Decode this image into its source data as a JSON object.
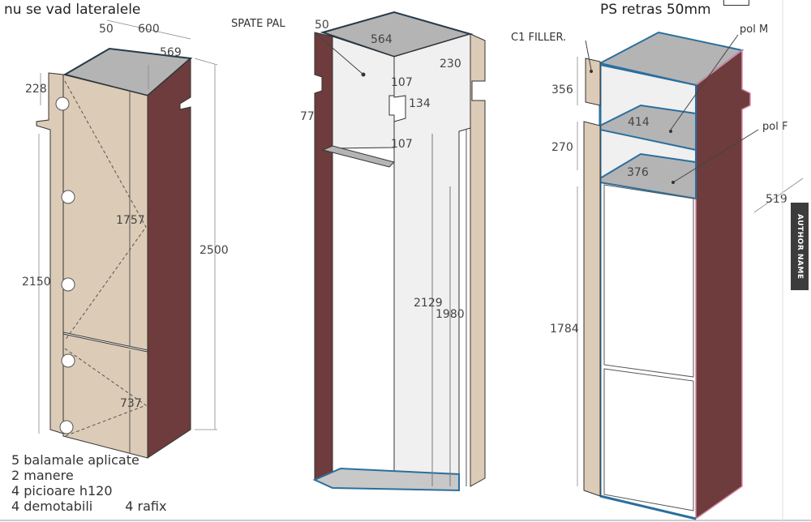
{
  "header": {
    "left_title": "nu se vad lateralele",
    "right_title": "PS retras 50mm"
  },
  "left_cabinet": {
    "dims": [
      "50",
      "600",
      "569",
      "228",
      "1757",
      "2500",
      "2150",
      "737"
    ]
  },
  "middle_cabinet": {
    "label": "SPATE PAL",
    "dims": [
      "50",
      "564",
      "230",
      "107",
      "134",
      "77",
      "107",
      "2129",
      "1980"
    ]
  },
  "right_cabinet": {
    "labels": [
      "C1 FILLER.",
      "pol M",
      "pol F"
    ],
    "dims": [
      "356",
      "414",
      "270",
      "376",
      "519",
      "1784"
    ]
  },
  "notes": [
    "5 balamale aplicate",
    "2 manere",
    "4 picioare h120",
    "4 demotabili",
    "4 rafix"
  ],
  "author_tab": "AUTHOR NAME",
  "colors": {
    "door": "#dccbb6",
    "side": "#6e3c3c",
    "top": "#b4b4b4",
    "edge": "#2a6f9e",
    "back": "#f0f0f0"
  }
}
